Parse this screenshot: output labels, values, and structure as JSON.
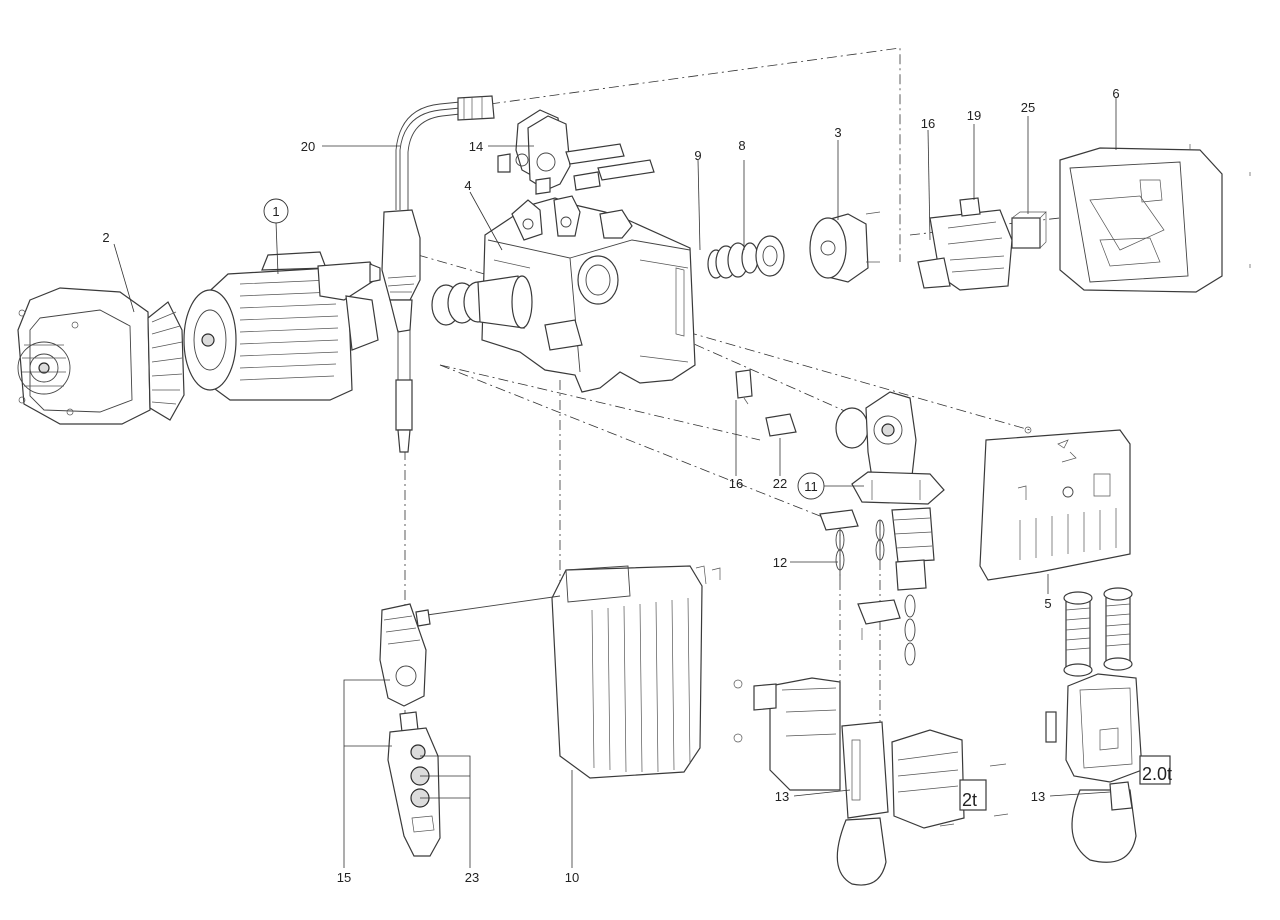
{
  "diagram": {
    "callouts": [
      {
        "id": "c1",
        "label": "1",
        "circled": true
      },
      {
        "id": "c2",
        "label": "2"
      },
      {
        "id": "c3",
        "label": "3"
      },
      {
        "id": "c4",
        "label": "4"
      },
      {
        "id": "c5",
        "label": "5"
      },
      {
        "id": "c6",
        "label": "6"
      },
      {
        "id": "c8",
        "label": "8"
      },
      {
        "id": "c9",
        "label": "9"
      },
      {
        "id": "c10",
        "label": "10"
      },
      {
        "id": "c11",
        "label": "11",
        "circled": true
      },
      {
        "id": "c12",
        "label": "12"
      },
      {
        "id": "c13a",
        "label": "13"
      },
      {
        "id": "c13b",
        "label": "13"
      },
      {
        "id": "c14",
        "label": "14"
      },
      {
        "id": "c15",
        "label": "15"
      },
      {
        "id": "c16a",
        "label": "16"
      },
      {
        "id": "c16b",
        "label": "16"
      },
      {
        "id": "c19",
        "label": "19"
      },
      {
        "id": "c20",
        "label": "20"
      },
      {
        "id": "c22",
        "label": "22"
      },
      {
        "id": "c23",
        "label": "23"
      },
      {
        "id": "c25",
        "label": "25"
      }
    ],
    "plates": {
      "plate_2t": "2t",
      "plate_20t": "2.0t"
    }
  }
}
